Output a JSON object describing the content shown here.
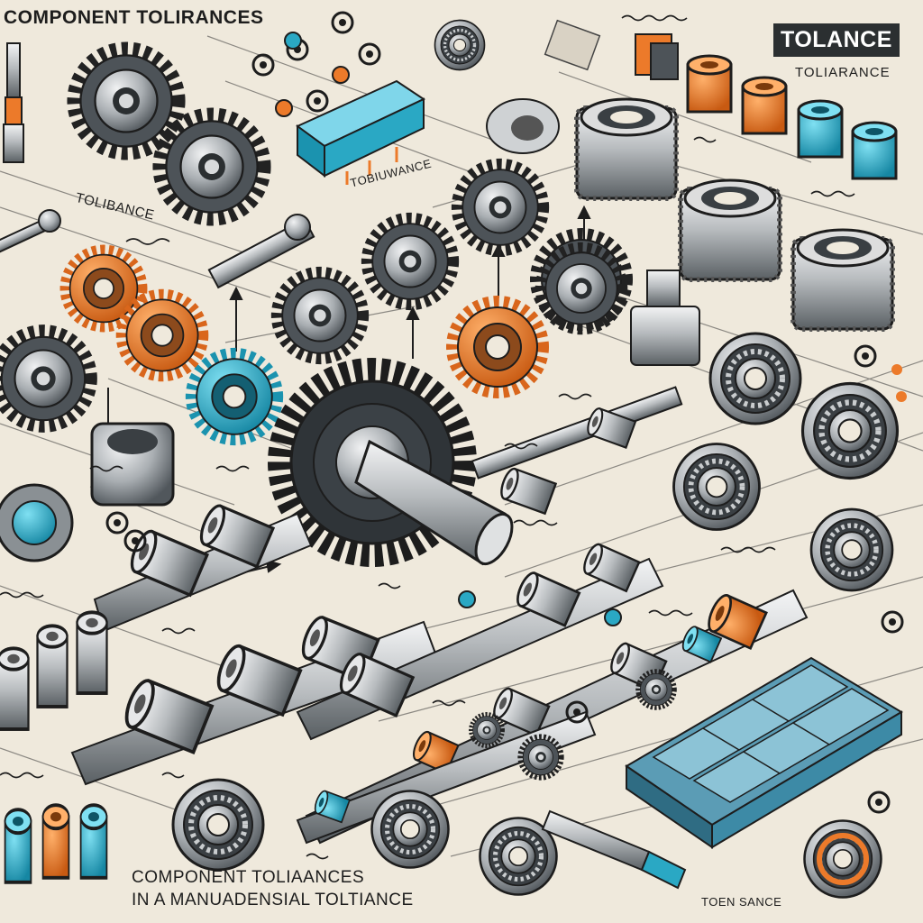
{
  "labels": {
    "top_left_title": "COMPONENT TOLIRANCES",
    "badge_title": "TOLANCE",
    "badge_subtitle": "TOLIARANCE",
    "gear_cluster_label": "TOLIBANCE",
    "block_label": "TOBIUWANCE",
    "bottom_line_1": "COMPONENT TOLIAANCES",
    "bottom_line_2": "IN A MANUADENSIAL TOLTIANCE",
    "bottom_right_label": "TOEN SANCE"
  },
  "colors": {
    "background": "#efe9dc",
    "ink": "#1d1d1d",
    "steel_light": "#c9ccce",
    "steel_dark": "#555b60",
    "accent_orange": "#ec7a2a",
    "accent_teal": "#2aa8c4",
    "badge_bg": "#2b2f31"
  }
}
